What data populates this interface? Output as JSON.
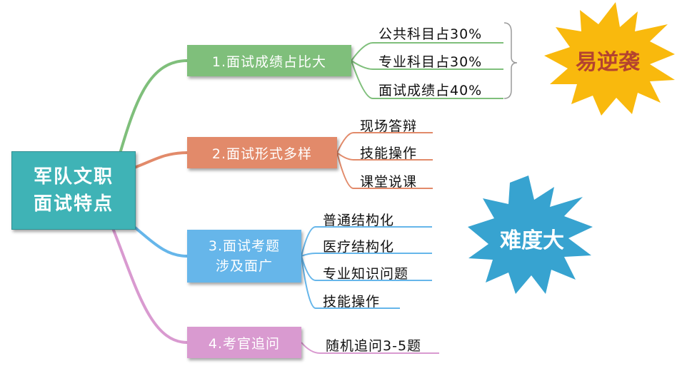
{
  "root": {
    "line1": "军队文职",
    "line2": "面试特点"
  },
  "branches": [
    {
      "label": "1.面试成绩占比大",
      "color": "#7fbf7b",
      "children": [
        "公共科目占30%",
        "专业科目占30%",
        "面试成绩占40%"
      ]
    },
    {
      "label": "2.面试形式多样",
      "color": "#e28a6a",
      "children": [
        "现场答辩",
        "技能操作",
        "课堂说课"
      ]
    },
    {
      "label_line1": "3.面试考题",
      "label_line2": "涉及面广",
      "color": "#66b6ea",
      "children": [
        "普通结构化",
        "医疗结构化",
        "专业知识问题",
        "技能操作"
      ]
    },
    {
      "label": "4.考官追问",
      "color": "#d99ad0",
      "children": [
        "随机追问3-5题"
      ]
    }
  ],
  "callouts": [
    {
      "text": "易逆袭",
      "color": "#f9b90d"
    },
    {
      "text": "难度大",
      "color": "#37a3d0"
    }
  ]
}
